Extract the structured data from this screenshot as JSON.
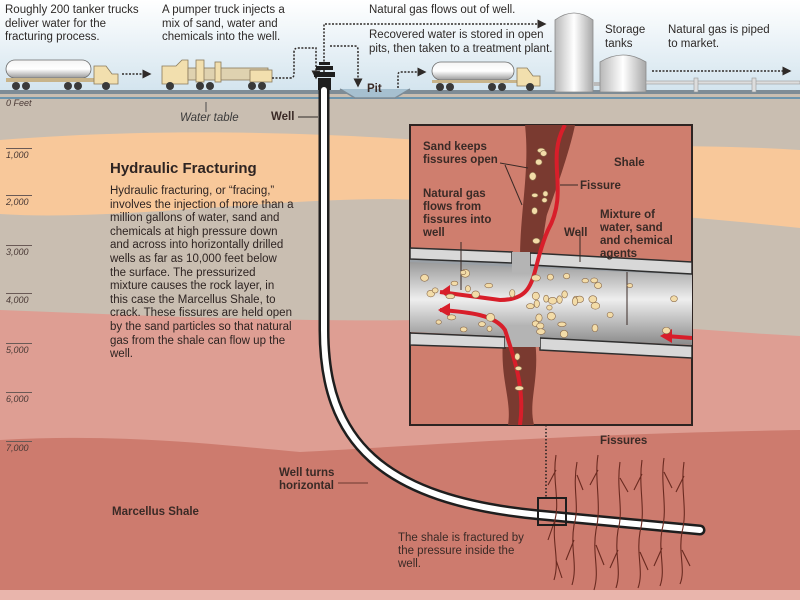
{
  "title": "Hydraulic Fracturing",
  "body_text": "Hydraulic fracturing, or “fracing,” involves the injection of more than a million gallons of water, sand and chemicals at high pressure down and across into horizontally drilled wells as far as 10,000 feet below the surface. The pressurized mixture causes the rock layer, in this case the Marcellus Shale, to crack. These fissures are held open by the sand particles so that natural gas from the shale can flow up the well.",
  "surface_labels": {
    "tanker_trucks": "Roughly 200 tanker trucks deliver water for the fracturing process.",
    "pumper_truck": "A pumper truck injects a mix of sand, water and chemicals into the well.",
    "gas_flows": "Natural gas flows out of well.",
    "recovered_water": "Recovered water is stored in open pits, then taken to a treatment plant.",
    "storage_tanks": "Storage tanks",
    "piped_to_market": "Natural gas is piped to market.",
    "pit": "Pit",
    "water_table": "Water table",
    "well": "Well"
  },
  "depth_scale": {
    "zero_label": "0 Feet",
    "ticks": [
      "1,000",
      "2,000",
      "3,000",
      "4,000",
      "5,000",
      "6,000",
      "7,000"
    ]
  },
  "inset_labels": {
    "sand_keeps": "Sand keeps fissures open",
    "shale": "Shale",
    "fissure": "Fissure",
    "gas_flows_from": "Natural gas flows from fissures into well",
    "well": "Well",
    "mixture": "Mixture of water, sand and chemical agents"
  },
  "lower_labels": {
    "well_turns": "Well turns horizontal",
    "marcellus": "Marcellus Shale",
    "fissures": "Fissures",
    "shale_fractured": "The shale is fractured by the pressure inside the well."
  },
  "colors": {
    "sky": "#d9e8f0",
    "ground_gray": "#c9beb1",
    "sand_layer": "#f8c89a",
    "shale_light": "#de9e93",
    "shale_dark": "#cd7b6e",
    "inset_bg": "#cf7e6e",
    "fissure_brown": "#7a3a30",
    "gas_red": "#d81e2a",
    "pipe_gray": "#c8c8c8",
    "text_dark": "#2e2422"
  }
}
